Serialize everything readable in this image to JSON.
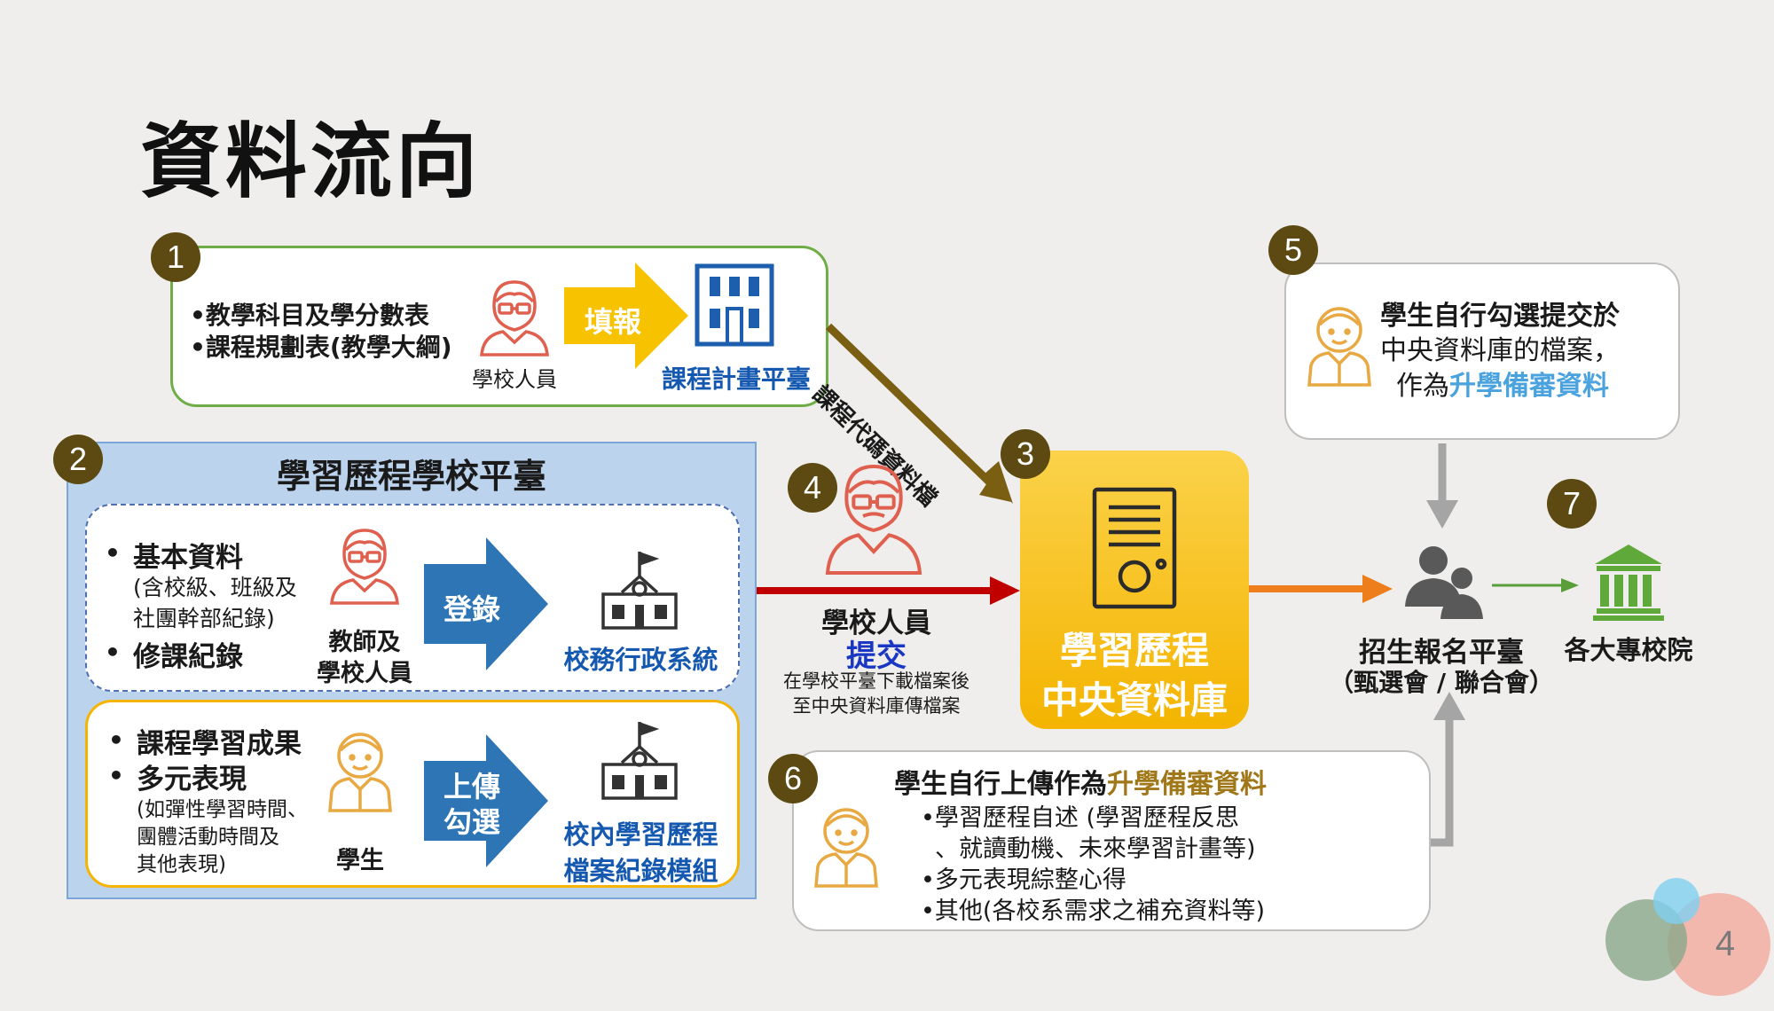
{
  "title": "資料流向",
  "page_number": "4",
  "box1": {
    "number": "1",
    "bullets": [
      "•教學科目及學分數表",
      "•課程規劃表(教學大綱)"
    ],
    "person_label": "學校人員",
    "arrow_label": "填報",
    "target_label": "課程計畫平臺"
  },
  "diag_label": "課程代碼資料檔",
  "box2": {
    "number": "2",
    "title": "學習歷程學校平臺",
    "upper": {
      "bullet1": "基本資料",
      "bullet1_detail": [
        "(含校級、班級及",
        "社團幹部紀錄)"
      ],
      "bullet2": "修課紀錄",
      "person_label": [
        "教師及",
        "學校人員"
      ],
      "arrow_label": "登錄",
      "target_label": "校務行政系統"
    },
    "lower": {
      "bullet1": "課程學習成果",
      "bullet2": "多元表現",
      "bullet2_detail": [
        "(如彈性學習時間、",
        "團體活動時間及",
        "其他表現)"
      ],
      "person_label": "學生",
      "arrow_label": [
        "上傳",
        "勾選"
      ],
      "target_label": [
        "校內學習歷程",
        "檔案紀錄模組"
      ]
    }
  },
  "step4": {
    "number": "4",
    "person_label": "學校人員",
    "action": "提交",
    "note": [
      "在學校平臺下載檔案後",
      "至中央資料庫傳檔案"
    ]
  },
  "box3": {
    "number": "3",
    "label": [
      "學習歷程",
      "中央資料庫"
    ]
  },
  "box5": {
    "number": "5",
    "line1": "學生自行勾選提交於",
    "line2": "中央資料庫的檔案，",
    "line3_prefix": "作為",
    "line3_highlight": "升學備審資料"
  },
  "box6": {
    "number": "6",
    "headline_prefix": "學生自行上傳作為",
    "headline_highlight": "升學備審資料",
    "items": [
      "•學習歷程自述 (學習歷程反思",
      "、就讀動機、未來學習計畫等)",
      "•多元表現綜整心得",
      "•其他(各校系需求之補充資料等)"
    ]
  },
  "platform": {
    "label": "招生報名平臺",
    "sub": "（甄選會 / 聯合會）"
  },
  "step7": {
    "number": "7",
    "label": "各大專校院"
  },
  "colors": {
    "brown_badge": "#5c4a12",
    "orange_box": "#f4b400",
    "red_arrow": "#c00000",
    "orange_arrow": "#ee7d1b",
    "yellow_arrow": "#f7c300",
    "blue_arrow": "#2e75b6",
    "green_border": "#70ad47",
    "blue_panel": "#bcd3ee"
  }
}
